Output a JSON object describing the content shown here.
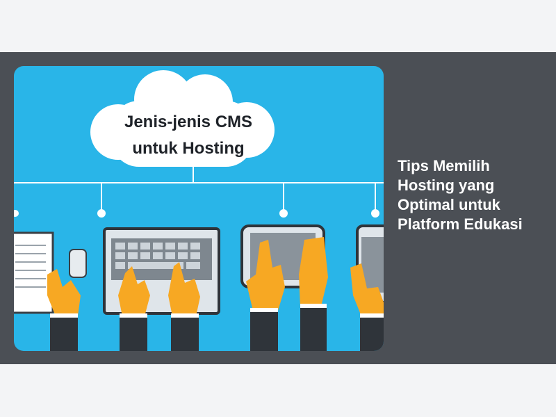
{
  "article": {
    "image": {
      "headline_line1": "Jenis-jenis CMS",
      "headline_line2": "untuk Hosting",
      "background_color": "#29b5e8",
      "accent_color": "#f7a823"
    },
    "title": "Tips Memilih Hosting yang Optimal untuk Platform Edukasi"
  }
}
